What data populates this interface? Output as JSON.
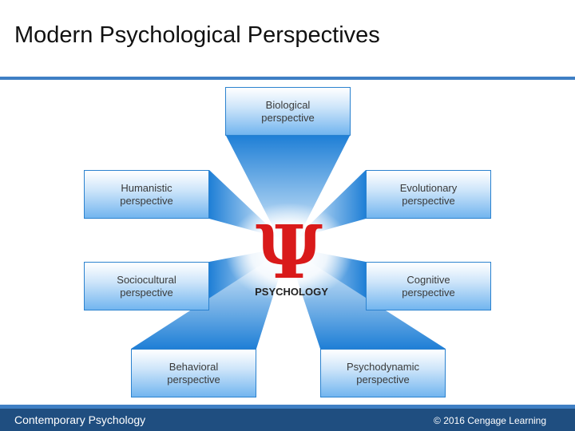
{
  "slide": {
    "title": "Modern Psychological Perspectives",
    "footer_left": "Contemporary Psychology",
    "footer_right": "© 2016 Cengage Learning"
  },
  "diagram": {
    "center_symbol": "Ψ",
    "center_label": "PSYCHOLOGY",
    "center_symbol_color": "#d91a1a",
    "accent_color": "#2b82cf",
    "perspectives": [
      {
        "id": "biological",
        "label": "Biological perspective"
      },
      {
        "id": "humanistic",
        "label": "Humanistic perspective"
      },
      {
        "id": "evolutionary",
        "label": "Evolutionary perspective"
      },
      {
        "id": "sociocultural",
        "label": "Sociocultural perspective"
      },
      {
        "id": "cognitive",
        "label": "Cognitive perspective"
      },
      {
        "id": "behavioral",
        "label": "Behavioral perspective"
      },
      {
        "id": "psychodynamic",
        "label": "Psychodynamic perspective"
      }
    ]
  }
}
